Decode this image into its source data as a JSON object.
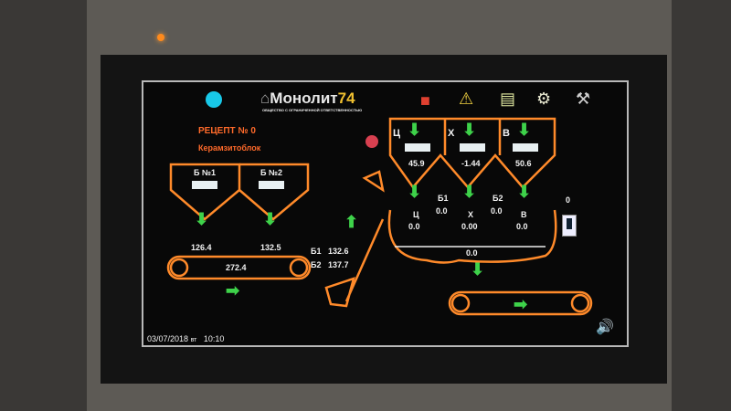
{
  "logo": {
    "text": "Монолит",
    "number": "74",
    "tagline": "ОБЩЕСТВО С ОГРАНИЧЕННОЙ ОТВЕТСТВЕННОСТЬЮ"
  },
  "recipe": {
    "title": "РЕЦЕПТ № 0",
    "name": "Керамзитоблок"
  },
  "toolbar": [
    "materials-icon",
    "alarm-icon",
    "report-icon",
    "settings-icon",
    "tools-icon"
  ],
  "bunkers": [
    {
      "label": "Б №1",
      "value": "126.4"
    },
    {
      "label": "Б №2",
      "value": "132.5"
    }
  ],
  "conveyor1": {
    "value": "272.4"
  },
  "bin_weights": {
    "b1_label": "Б1",
    "b1": "132.6",
    "b2_label": "Б2",
    "b2": "137.7"
  },
  "silos": [
    {
      "label": "Ц",
      "value": "45.9"
    },
    {
      "label": "Х",
      "value": "-1.44"
    },
    {
      "label": "В",
      "value": "50.6"
    }
  ],
  "dosers": [
    {
      "label": "Ц",
      "value": "0.0"
    },
    {
      "label": "Б1",
      "value": "0.0"
    },
    {
      "label": "Х",
      "value": "0.00"
    },
    {
      "label": "Б2",
      "value": "0.0"
    },
    {
      "label": "В",
      "value": "0.0"
    }
  ],
  "mixer": {
    "total": "0.0",
    "switch_value": "0"
  },
  "status": {
    "date": "03/07/2018",
    "weekday": "вт",
    "time": "10:10"
  },
  "colors": {
    "outline": "#ff8a2a",
    "arrow": "#3ed24a",
    "text": "#f2f2f2",
    "title": "#ff6a2a"
  }
}
